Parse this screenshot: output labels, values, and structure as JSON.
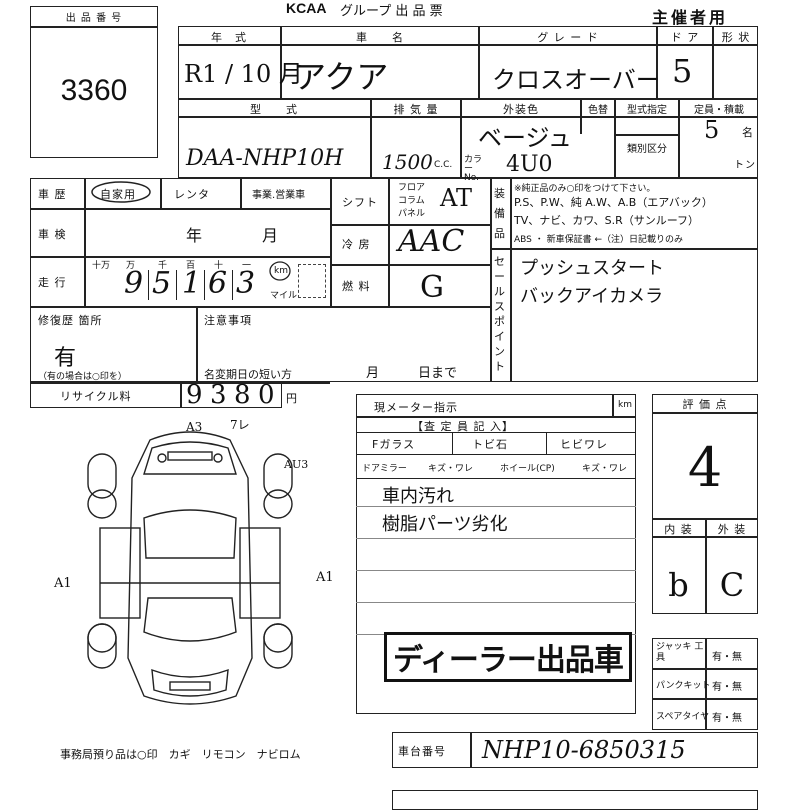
{
  "header": {
    "logo": "KCAA",
    "title": "グループ 出 品 票",
    "organizer": "主催者用"
  },
  "lot": {
    "label": "出 品 番 号",
    "number": "3360"
  },
  "row1": {
    "labels": [
      "年　式",
      "車　　名",
      "グ レ ー ド",
      "ド ア",
      "形 状"
    ],
    "year": "R1 / 10 月",
    "car_name": "アクア",
    "grade": "クロスオーバー",
    "doors": "5"
  },
  "row2": {
    "labels": [
      "型　　式",
      "排 気 量",
      "外装色",
      "色替",
      "型式指定",
      "定員・積載",
      "類別区分"
    ],
    "model_code": "DAA-NHP10H",
    "displacement": "1500",
    "cc_unit": "C.C.",
    "exterior_color": "ベージュ",
    "color_no_label": "カラー No.",
    "color_code": "4U0",
    "capacity": "5",
    "capacity_unit": "名",
    "ton_unit": "トン"
  },
  "history": {
    "label": "車 歴",
    "options": [
      "自家用",
      "レンタ",
      "事業.営業車"
    ],
    "selected": "自家用"
  },
  "inspection": {
    "label": "車 検",
    "year_unit": "年",
    "month_unit": "月"
  },
  "mileage": {
    "label": "走 行",
    "digit_labels": [
      "十万",
      "万",
      "千",
      "百",
      "十",
      "一"
    ],
    "digits": [
      "9",
      "5",
      "1",
      "6",
      "3"
    ],
    "unit_km": "km",
    "unit_mile": "マイル"
  },
  "shift": {
    "label": "シフト",
    "options": [
      "フロア",
      "コラム",
      "パネル"
    ],
    "value": "AT"
  },
  "ac": {
    "label": "冷 房",
    "value": "AAC"
  },
  "fuel": {
    "label": "燃 料",
    "value": "G"
  },
  "equipment": {
    "label": "装 備 品",
    "note": "※純正品のみ○印をつけて下さい。",
    "line1": "P.S、P.W、純 A.W、A.B（エアバック）",
    "line2": "TV、ナビ、カワ、S.R（サンルーフ）",
    "line3": "ABS ・ 新車保証書 ←（注）日記載りのみ"
  },
  "sales_point": {
    "label": "セールスポイント",
    "lines": [
      "プッシュスタート",
      "バックアイカメラ"
    ]
  },
  "repair": {
    "label": "修復歴 箇所",
    "value": "有",
    "note": "（有の場合は○印を）"
  },
  "notes": {
    "label": "注意事項",
    "short_date_label": "名変期日の短い方",
    "month": "月",
    "day_until": "日まで"
  },
  "recycle": {
    "label": "リサイクル料",
    "digits": [
      "9",
      "3",
      "8",
      "0"
    ],
    "unit": "円"
  },
  "meter": {
    "label": "現メーター指示",
    "unit": "km"
  },
  "appraiser": {
    "title": "【査 定 員 記 入】",
    "f_glass": "Fガラス",
    "chip": "トビ石",
    "crack": "ヒビワレ",
    "door_mirror": "ドアミラー",
    "scratch_crack": "キズ・ワレ",
    "wheel": "ホイール(CP)",
    "scratch_crack2": "キズ・ワレ",
    "remarks": [
      "車内汚れ",
      "樹脂パーツ劣化"
    ]
  },
  "dealer_stamp": "ディーラー出品車",
  "score": {
    "label": "評 価 点",
    "value": "4",
    "interior_label": "内 装",
    "exterior_label": "外 装",
    "interior": "b",
    "exterior": "C"
  },
  "tools": [
    {
      "label": "ジャッキ 工 具",
      "options": "有・無"
    },
    {
      "label": "パンクキット",
      "options": "有・無"
    },
    {
      "label": "スペアタイヤ",
      "options": "有・無"
    }
  ],
  "chassis": {
    "label": "車台番号",
    "value": "NHP10-6850315"
  },
  "diagram_marks": {
    "a3": "A3",
    "w": "7レ",
    "au3": "AU3",
    "a1_left": "A1",
    "a1_right": "A1"
  },
  "office_note": "事務局預り品は○印　カギ　リモコン　ナビロム"
}
